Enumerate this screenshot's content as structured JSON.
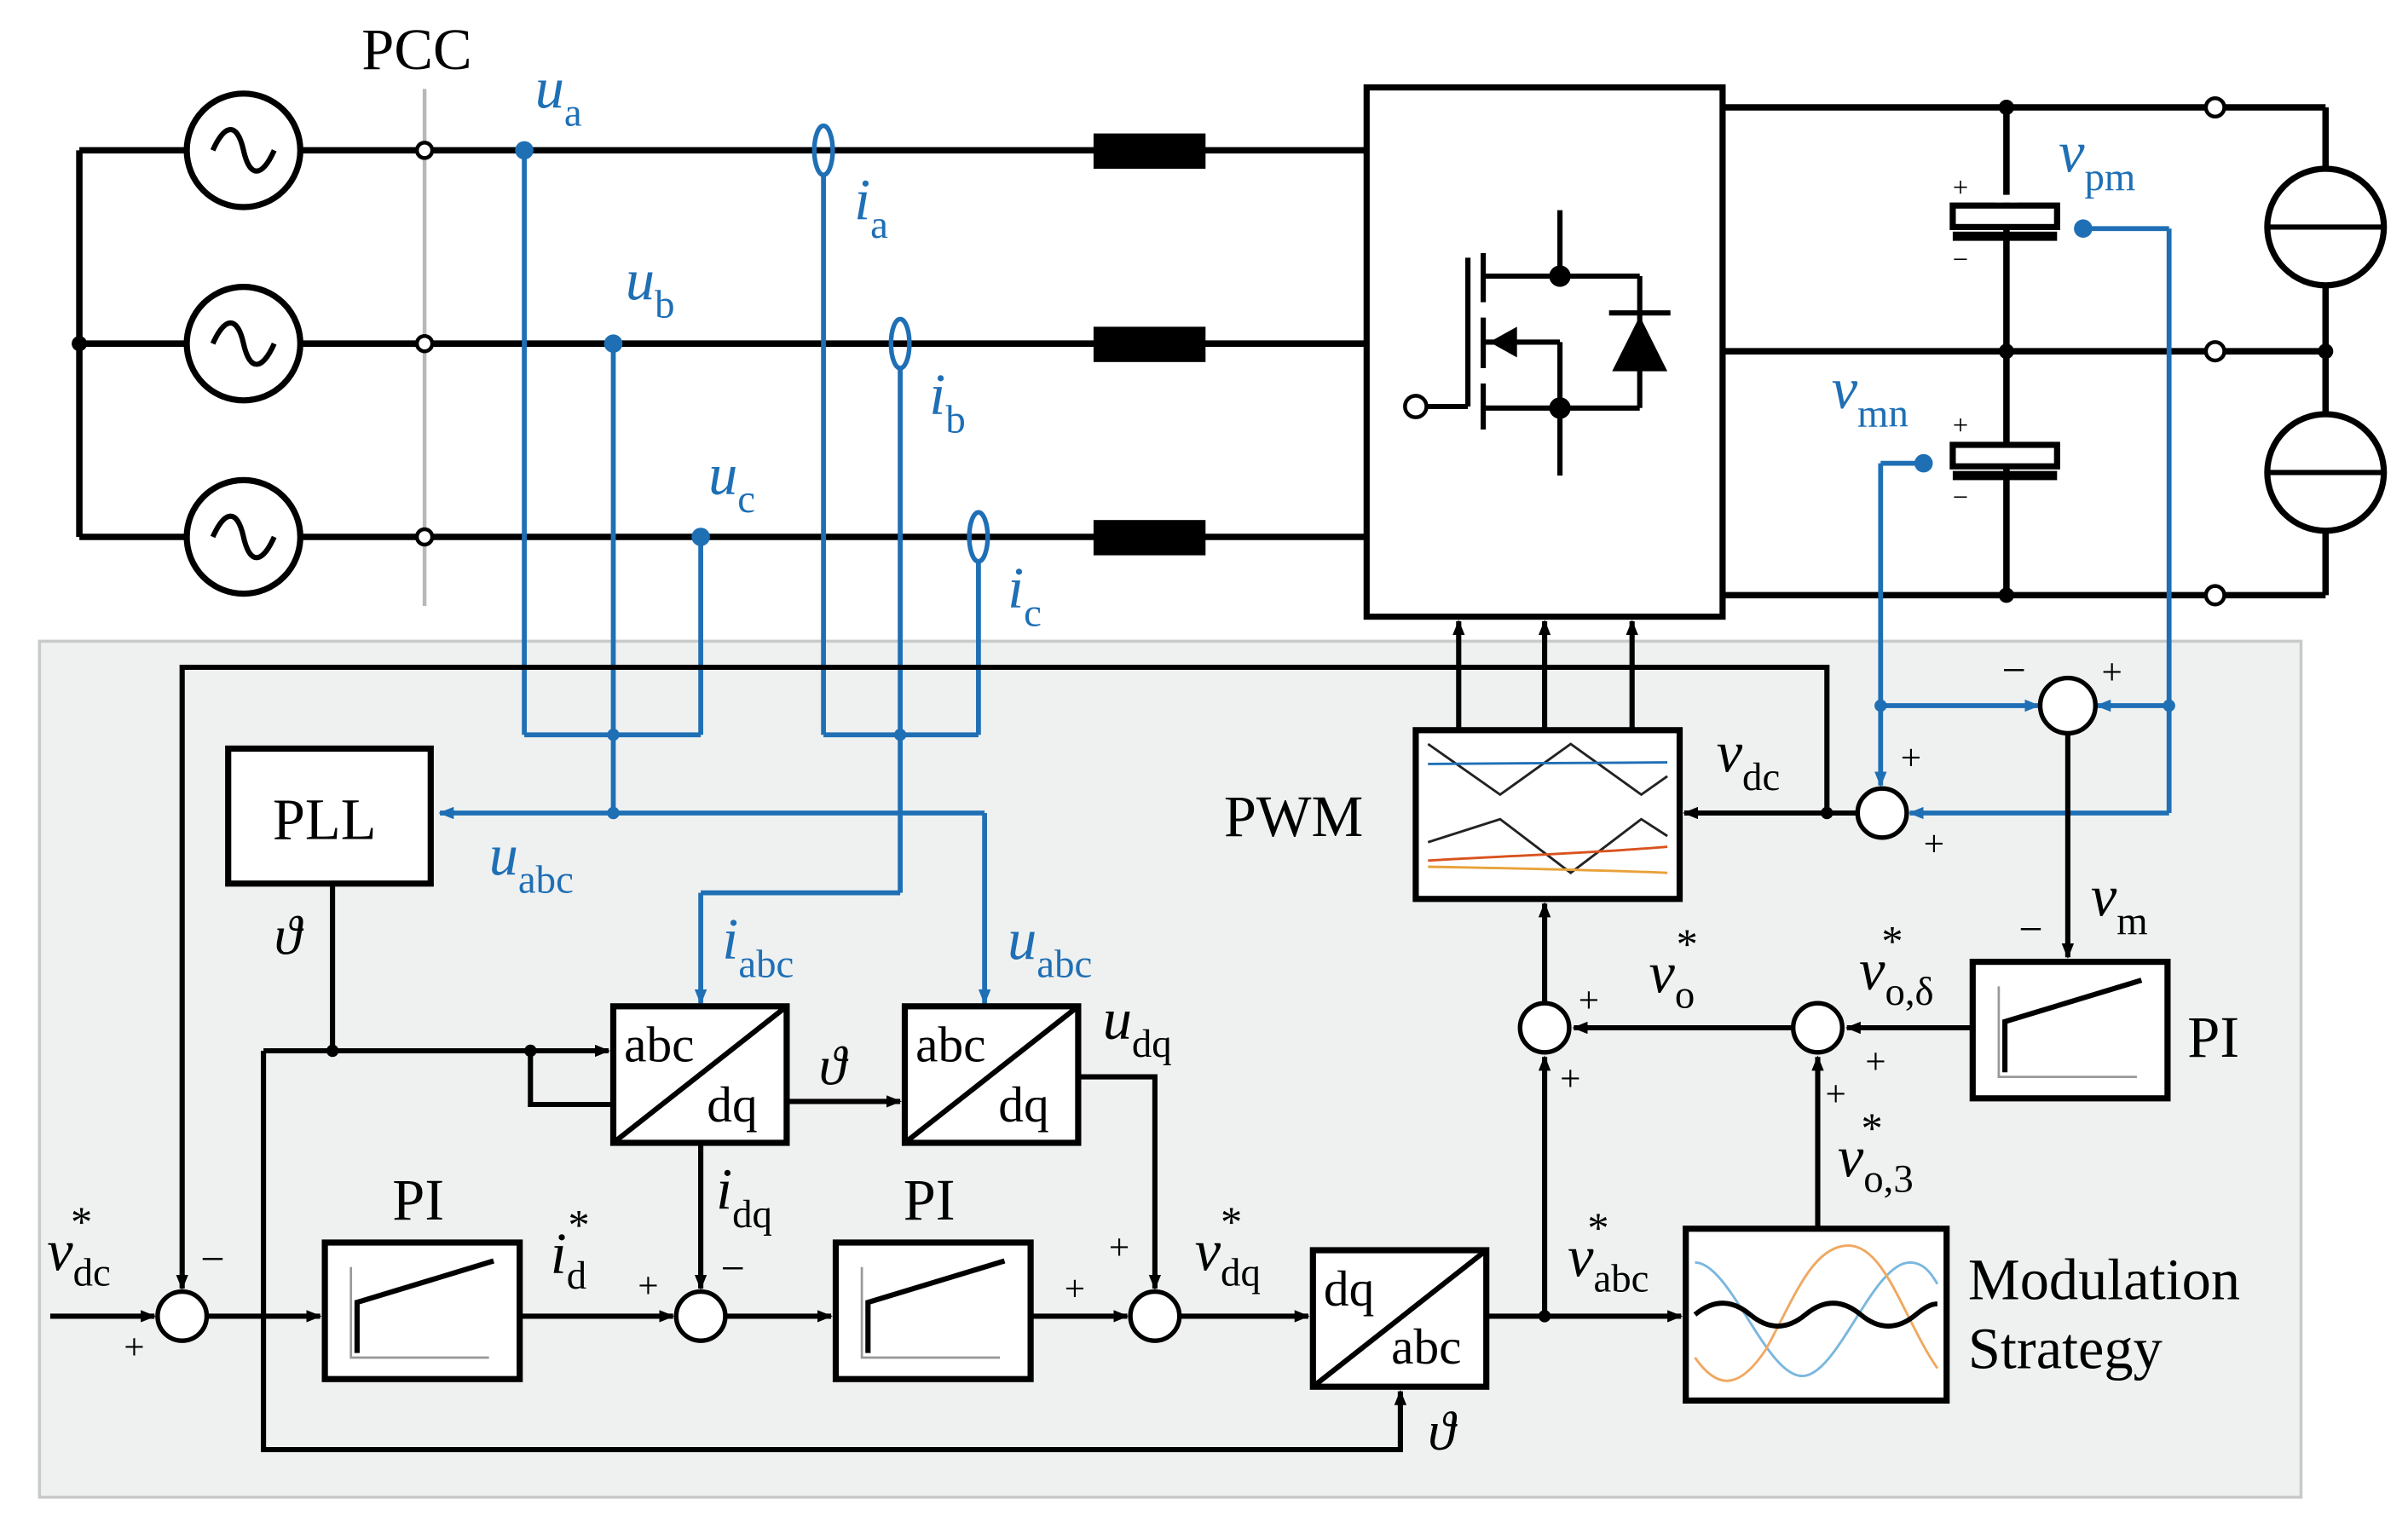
{
  "labels": {
    "pcc": "PCC",
    "pll": "PLL",
    "pwm": "PWM",
    "pi": "PI",
    "abc": "abc",
    "dq": "dq",
    "modulation_line1": "Modulation",
    "modulation_line2": "Strategy",
    "theta": "ϑ",
    "plus": "+",
    "minus": "−"
  },
  "symbols": {
    "ua": {
      "base": "u",
      "sub": "a"
    },
    "ub": {
      "base": "u",
      "sub": "b"
    },
    "uc": {
      "base": "u",
      "sub": "c"
    },
    "ia": {
      "base": "i",
      "sub": "a"
    },
    "ib": {
      "base": "i",
      "sub": "b"
    },
    "ic": {
      "base": "i",
      "sub": "c"
    },
    "vpm": {
      "base": "v",
      "sub": "pm"
    },
    "vmn": {
      "base": "v",
      "sub": "mn"
    },
    "vdc": {
      "base": "v",
      "sub": "dc"
    },
    "uabc": {
      "base": "u",
      "sub": "abc"
    },
    "iabc": {
      "base": "i",
      "sub": "abc"
    },
    "udq": {
      "base": "u",
      "sub": "dq"
    },
    "idq": {
      "base": "i",
      "sub": "dq"
    },
    "vm": {
      "base": "v",
      "sub": "m"
    },
    "vdc_ref": {
      "base": "v",
      "sub": "dc",
      "sup": "*"
    },
    "id_ref": {
      "base": "i",
      "sub": "d",
      "sup": "*"
    },
    "vdq_ref": {
      "base": "v",
      "sub": "dq",
      "sup": "*"
    },
    "vabc_ref": {
      "base": "v",
      "sub": "abc",
      "sup": "*"
    },
    "vo_ref": {
      "base": "v",
      "sub": "o",
      "sup": "*"
    },
    "vod_ref": {
      "base": "v",
      "sub": "o,δ",
      "sup": "*"
    },
    "vo3_ref": {
      "base": "v",
      "sub": "o,3",
      "sup": "*"
    }
  },
  "colors": {
    "signal": "#1f6fb5",
    "panel": "#eff1f1",
    "panel_border": "#c9cbcb",
    "line": "#000000",
    "pcc_bar": "#b8b8b8",
    "pwm_carrier": "#222222",
    "pwm_ref1": "#1f6fb5",
    "pwm_ref2": "#d9531e",
    "pwm_ref3": "#e8a23a",
    "mod_black": "#000000",
    "mod_blue": "#79b7de",
    "mod_orange": "#f0a860"
  }
}
